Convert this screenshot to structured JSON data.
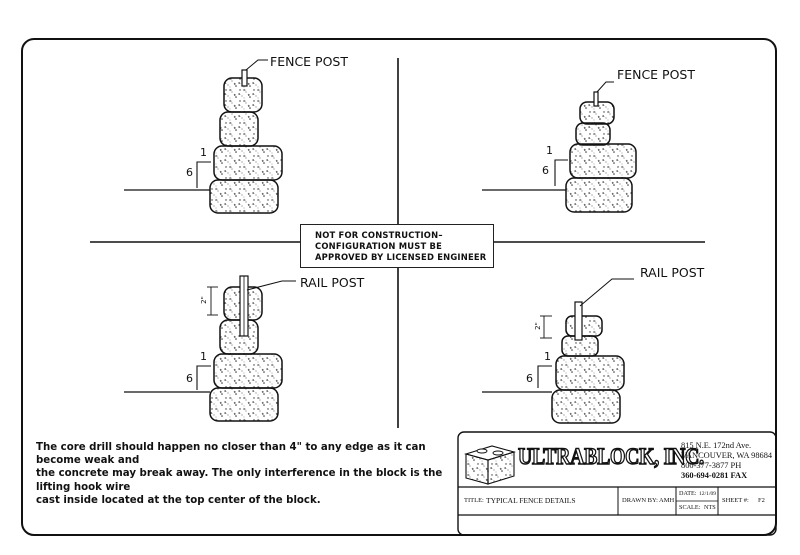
{
  "labels": {
    "fence_post_left": "FENCE POST",
    "fence_post_right": "FENCE POST",
    "rail_post_left": "RAIL POST",
    "rail_post_right": "RAIL POST",
    "batter_rise": "1",
    "batter_run": "6",
    "dimension_mark": "2\""
  },
  "warning": {
    "line1": "NOT FOR CONSTRUCTION–",
    "line2": "CONFIGURATION MUST BE",
    "line3": "APPROVED BY LICENSED ENGINEER"
  },
  "note": {
    "line1": "The core drill should happen no closer than 4\" to any edge as it can become weak and",
    "line2": "the concrete may break away. The only interference in the block is the lifting hook wire",
    "line3": "cast inside located at the top center of the block."
  },
  "company": {
    "name": "ULTRABLOCK, INC.",
    "address1": "815 N.E. 172nd Ave.",
    "address2": "VANCOUVER, WA 98684",
    "phone": "800-377-3877 PH",
    "fax": "360-694-0281 FAX"
  },
  "title_block": {
    "title_label": "TITLE:",
    "title_value": "TYPICAL FENCE DETAILS",
    "drawn_by_label": "DRAWN BY:",
    "drawn_by_value": "AMH",
    "date_label": "DATE:",
    "date_value": "12/1/09",
    "scale_label": "SCALE:",
    "scale_value": "NTS",
    "sheet_label": "SHEET #:",
    "sheet_value": "F2"
  },
  "colors": {
    "line": "#111111",
    "paper": "#ffffff",
    "stipple": "#333333"
  }
}
